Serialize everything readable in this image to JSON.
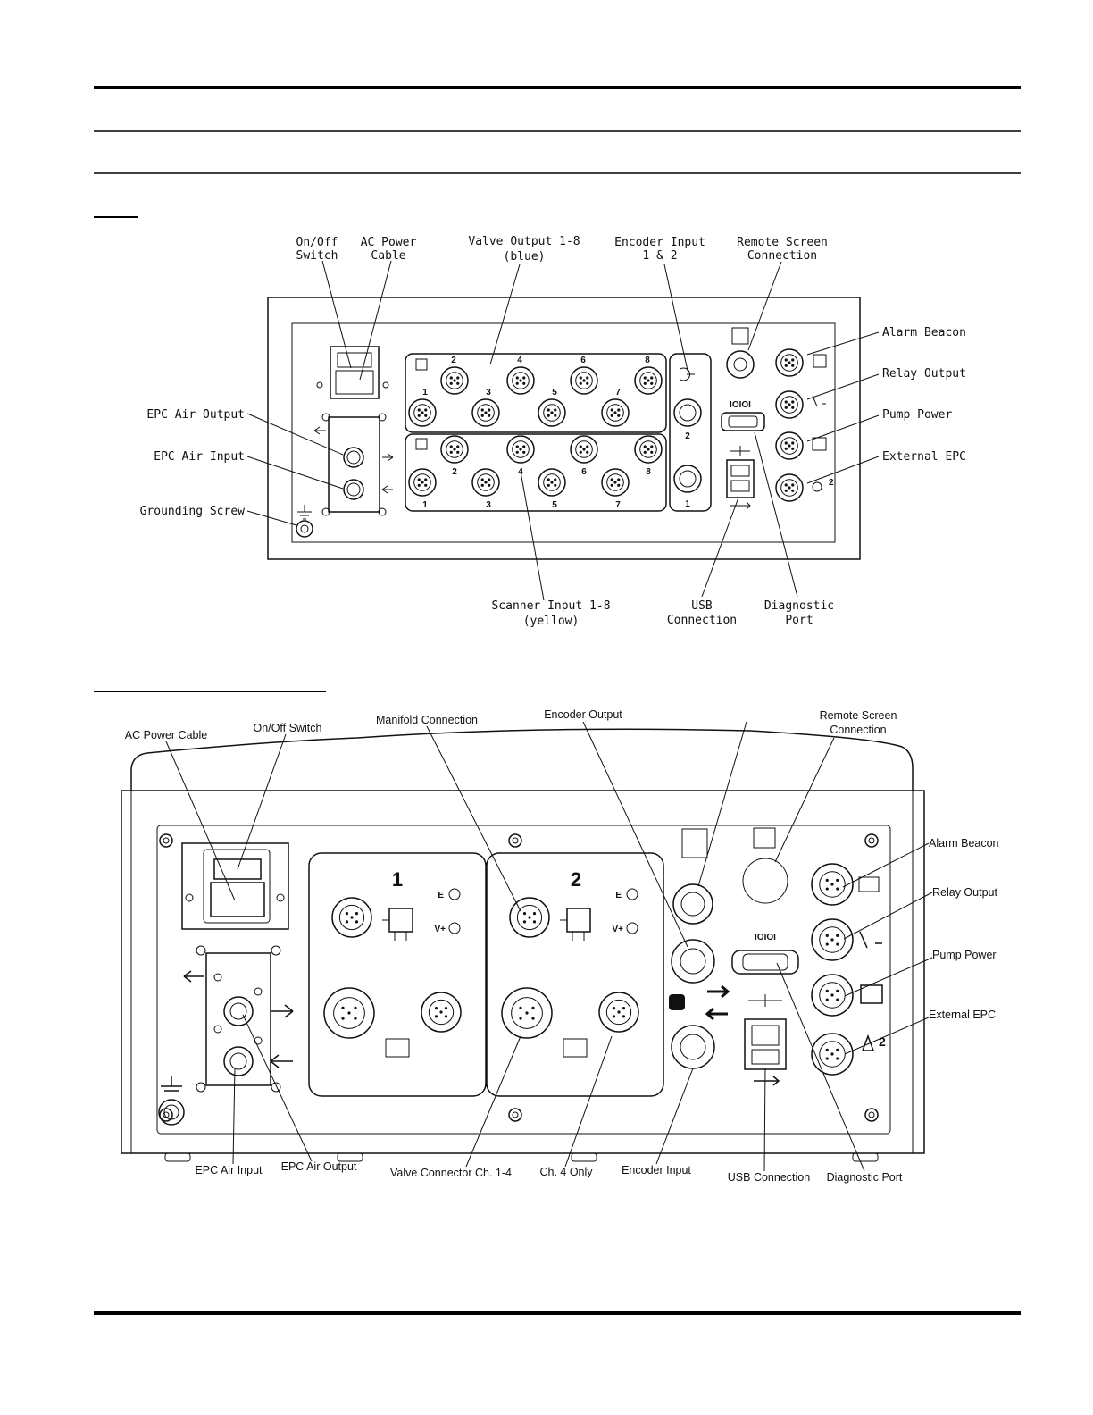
{
  "top_diagram": {
    "labels": {
      "on_off_switch": [
        "On/Off",
        "Switch"
      ],
      "ac_power_cable": [
        "AC Power",
        "Cable"
      ],
      "valve_output": [
        "Valve Output 1-8",
        "(blue)"
      ],
      "encoder_input": [
        "Encoder Input",
        "1 & 2"
      ],
      "remote_screen": [
        "Remote Screen",
        "Connection"
      ],
      "alarm_beacon": "Alarm Beacon",
      "relay_output": "Relay Output",
      "pump_power": "Pump Power",
      "external_epc": "External EPC",
      "epc_air_output": "EPC Air Output",
      "epc_air_input": "EPC Air Input",
      "grounding_screw": "Grounding Screw",
      "scanner_input": [
        "Scanner Input 1-8",
        "(yellow)"
      ],
      "usb_connection": [
        "USB",
        "Connection"
      ],
      "diagnostic_port": [
        "Diagnostic",
        "Port"
      ]
    },
    "valve_numbers_top": [
      "2",
      "4",
      "6",
      "8"
    ],
    "valve_numbers_bottom": [
      "1",
      "3",
      "5",
      "7"
    ],
    "scanner_numbers_top": [
      "2",
      "4",
      "6",
      "8"
    ],
    "scanner_numbers_bottom": [
      "1",
      "3",
      "5",
      "7"
    ],
    "encoder_numbers": [
      "2",
      "1"
    ],
    "serial_marking": "IOIOI",
    "external_epc_mark": "2"
  },
  "bottom_diagram": {
    "labels": {
      "ac_power_cable": "AC Power Cable",
      "on_off_switch": "On/Off Switch",
      "manifold_connection": "Manifold Connection",
      "encoder_output": "Encoder Output",
      "remote_screen": [
        "Remote Screen",
        "Connection"
      ],
      "alarm_beacon": "Alarm Beacon",
      "relay_output": "Relay Output",
      "pump_power": "Pump Power",
      "external_epc": "External EPC",
      "epc_air_input": "EPC Air Input",
      "epc_air_output": "EPC Air Output",
      "valve_connector": "Valve Connector Ch. 1-4",
      "ch4_only": "Ch. 4 Only",
      "encoder_input": "Encoder Input",
      "usb_connection": "USB Connection",
      "diagnostic_port": "Diagnostic Port"
    },
    "module_numbers": [
      "1",
      "2"
    ],
    "led_labels": [
      "E",
      "V+"
    ],
    "serial_marking": "IOIOI",
    "external_epc_mark": "2"
  }
}
